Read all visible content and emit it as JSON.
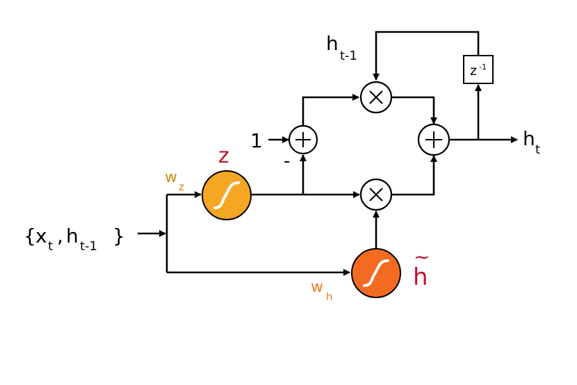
{
  "diagram": {
    "input": {
      "brace_open": "{",
      "x": "x",
      "x_sub": "t",
      "comma": ",",
      "h": "h",
      "h_sub": "t-1",
      "brace_close": "}"
    },
    "h_prev": {
      "h": "h",
      "sub": "t-1"
    },
    "output": {
      "h": "h",
      "sub": "t"
    },
    "delay": {
      "z": "z",
      "sup": "-1"
    },
    "constant_one": "1",
    "minus_sign": "-",
    "gate_z": {
      "label": "z",
      "weight": "w",
      "weight_sub": "z"
    },
    "candidate": {
      "label": "h",
      "tilde": "~",
      "weight": "w",
      "weight_sub": "h"
    },
    "colors": {
      "gate_z_fill": "#f5a623",
      "candidate_fill": "#f26b21",
      "label_red": "#c8102e",
      "wz_color": "#c9900c",
      "wh_color": "#f07a1f"
    }
  }
}
